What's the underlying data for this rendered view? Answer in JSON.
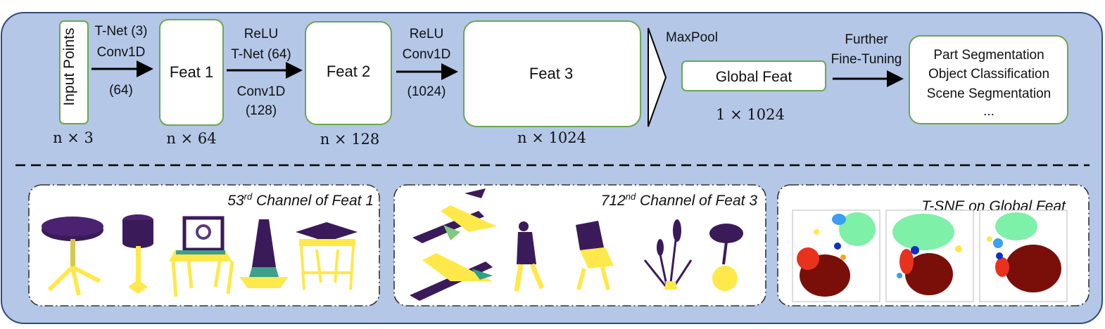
{
  "pipeline": {
    "input_label": "Input Points",
    "input_dim": "n × 3",
    "arrow1_top": [
      "T-Net (3)",
      "Conv1D"
    ],
    "arrow1_bottom": "(64)",
    "feat1_label": "Feat 1",
    "feat1_dim": "n × 64",
    "arrow2_top": [
      "ReLU",
      "T-Net (64)"
    ],
    "arrow2_bottom": [
      "Conv1D",
      "(128)"
    ],
    "feat2_label": "Feat 2",
    "feat2_dim": "n × 128",
    "arrow3_top": [
      "ReLU",
      "Conv1D"
    ],
    "arrow3_bottom": "(1024)",
    "feat3_label": "Feat 3",
    "feat3_dim": "n × 1024",
    "maxpool_label": "MaxPool",
    "global_label": "Global Feat",
    "global_dim": "1 × 1024",
    "arrow4_top": [
      "Further",
      "Fine-Tuning"
    ],
    "tasks": [
      "Part Segmentation",
      "Object Classification",
      "Scene Segmentation",
      "..."
    ]
  },
  "panels": [
    {
      "caption_num": "53",
      "caption_sup": "rd",
      "caption_rest": " Channel of Feat 1"
    },
    {
      "caption_num": "712",
      "caption_sup": "nd",
      "caption_rest": " Channel of Feat 3"
    },
    {
      "caption_num": "",
      "caption_sup": "",
      "caption_rest": "T-SNE on Global Feat"
    }
  ],
  "colors": {
    "background": "#b4c7e7",
    "box_border": "#6aa84f",
    "point_dark": "#3b1a5a",
    "point_yellow": "#ffe84a",
    "tsne_red": "#7a0f0a",
    "tsne_green": "#7ef0a8"
  }
}
